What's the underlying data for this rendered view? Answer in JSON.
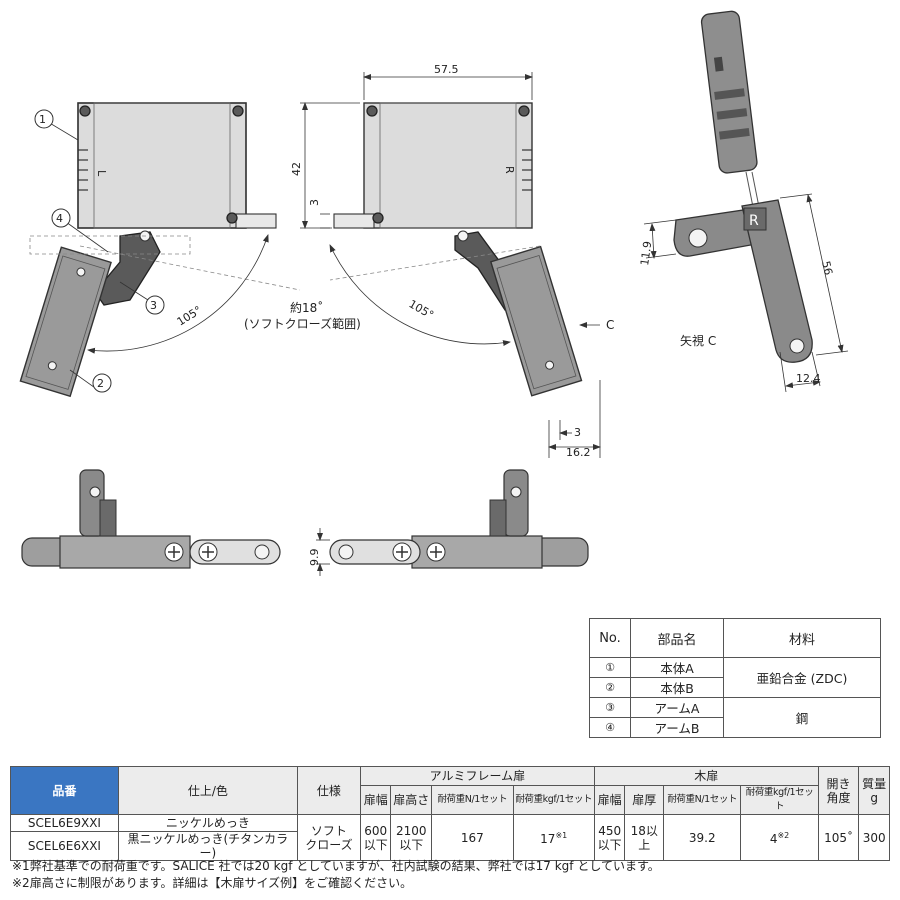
{
  "drawing": {
    "labels": {
      "d_57_5": "57.5",
      "d_42": "42",
      "d_3_left": "3",
      "angle_left": "105°",
      "angle_right": "105°",
      "soft_close_line1": "約18˚",
      "soft_close_line2": "(ソフトクローズ範囲)",
      "arrow_c": "C",
      "d_3_bottom": "3",
      "d_16_2": "16.2",
      "d_11_9": "11.9",
      "d_56": "56",
      "d_12_4": "12.4",
      "view_c": "矢視 C",
      "d_9_9": "9.9",
      "body_left_mark": "L",
      "body_right_mark": "R",
      "side_r_mark": "R",
      "callout_1": "①",
      "callout_2": "②",
      "callout_3": "③",
      "callout_4": "④"
    }
  },
  "parts_table": {
    "headers": [
      "No.",
      "部品名",
      "材料"
    ],
    "rows": [
      {
        "no": "①",
        "name": "本体A"
      },
      {
        "no": "②",
        "name": "本体B"
      },
      {
        "no": "③",
        "name": "アームA"
      },
      {
        "no": "④",
        "name": "アームB"
      }
    ],
    "material_zdc": "亜鉛合金 (ZDC)",
    "material_steel": "鋼"
  },
  "spec_table": {
    "h_model": "品番",
    "h_finish": "仕上/色",
    "h_spec": "仕様",
    "h_alu": "アルミフレーム扉",
    "h_wood": "木扉",
    "h_angle_1": "開き",
    "h_angle_2": "角度",
    "h_mass_1": "質量",
    "h_mass_2": "g",
    "h_alu_width": "扉幅",
    "h_alu_height": "扉高さ",
    "h_alu_load_n": "耐荷重N/1セット",
    "h_alu_load_kgf": "耐荷重kgf/1セット",
    "h_wood_width": "扉幅",
    "h_wood_thick": "扉厚",
    "h_wood_load_n": "耐荷重N/1セット",
    "h_wood_load_kgf": "耐荷重kgf/1セット",
    "rows": [
      {
        "model": "SCEL6E9XXI",
        "finish": "ニッケルめっき"
      },
      {
        "model": "SCEL6E6XXI",
        "finish": "黒ニッケルめっき(チタンカラー)"
      }
    ],
    "spec_1": "ソフト",
    "spec_2": "クローズ",
    "alu_width_1": "600",
    "alu_width_2": "以下",
    "alu_height_1": "2100",
    "alu_height_2": "以下",
    "alu_load_n": "167",
    "alu_load_kgf": "17",
    "alu_load_kgf_note": "※1",
    "wood_width_1": "450",
    "wood_width_2": "以下",
    "wood_thick": "18以上",
    "wood_load_n": "39.2",
    "wood_load_kgf": "4",
    "wood_load_kgf_note": "※2",
    "angle": "105˚",
    "mass": "300"
  },
  "notes": [
    "※1弊社基準での耐荷重です。SALICE 社では20 kgf としていますが、社内試験の結果、弊社では17 kgf としています。",
    "※2扉高さに制限があります。詳細は【木扉サイズ例】をご確認ください。"
  ]
}
